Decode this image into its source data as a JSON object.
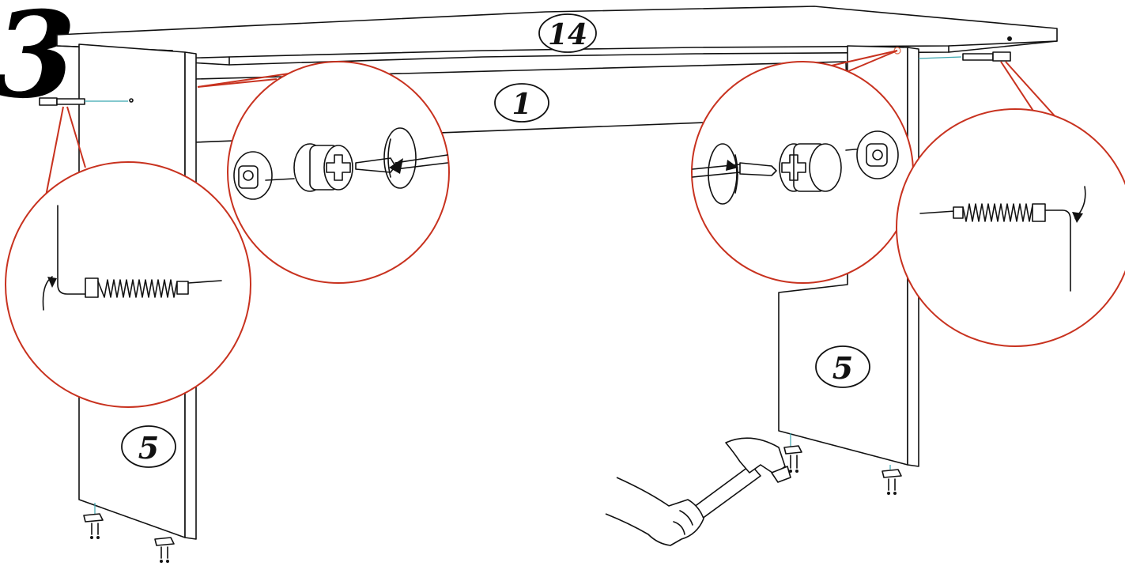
{
  "step_number": "3",
  "part_labels": {
    "desktop": "14",
    "back_panel": "1",
    "left_side_panel": "5",
    "right_side_panel": "5"
  }
}
